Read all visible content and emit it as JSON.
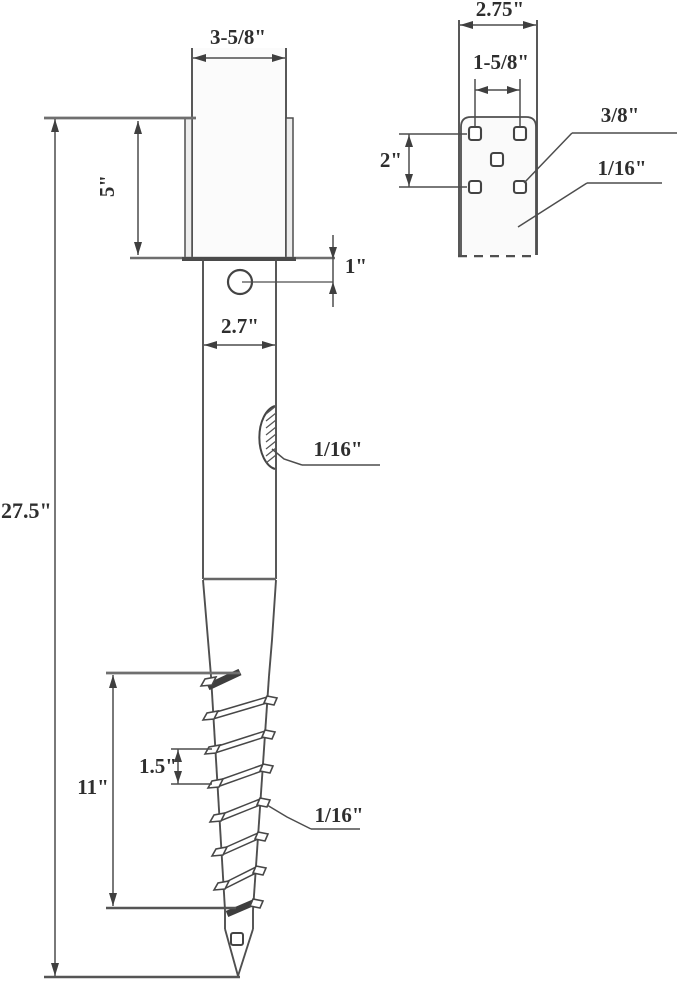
{
  "drawing": {
    "front": {
      "post_width": "3-5/8\"",
      "bracket_height": "5\"",
      "hole_offset": "1\"",
      "shaft_width": "2.7\"",
      "weld_size": "1/16\"",
      "overall_length": "27.5\"",
      "helix_length": "11\"",
      "thread_pitch": "1.5\"",
      "blade_thickness": "1/16\""
    },
    "top": {
      "outer_width": "2.75\"",
      "bolt_spacing_h": "1-5/8\"",
      "bolt_spacing_v": "2\"",
      "hole_size": "3/8\"",
      "plate_thickness": "1/16\""
    }
  }
}
